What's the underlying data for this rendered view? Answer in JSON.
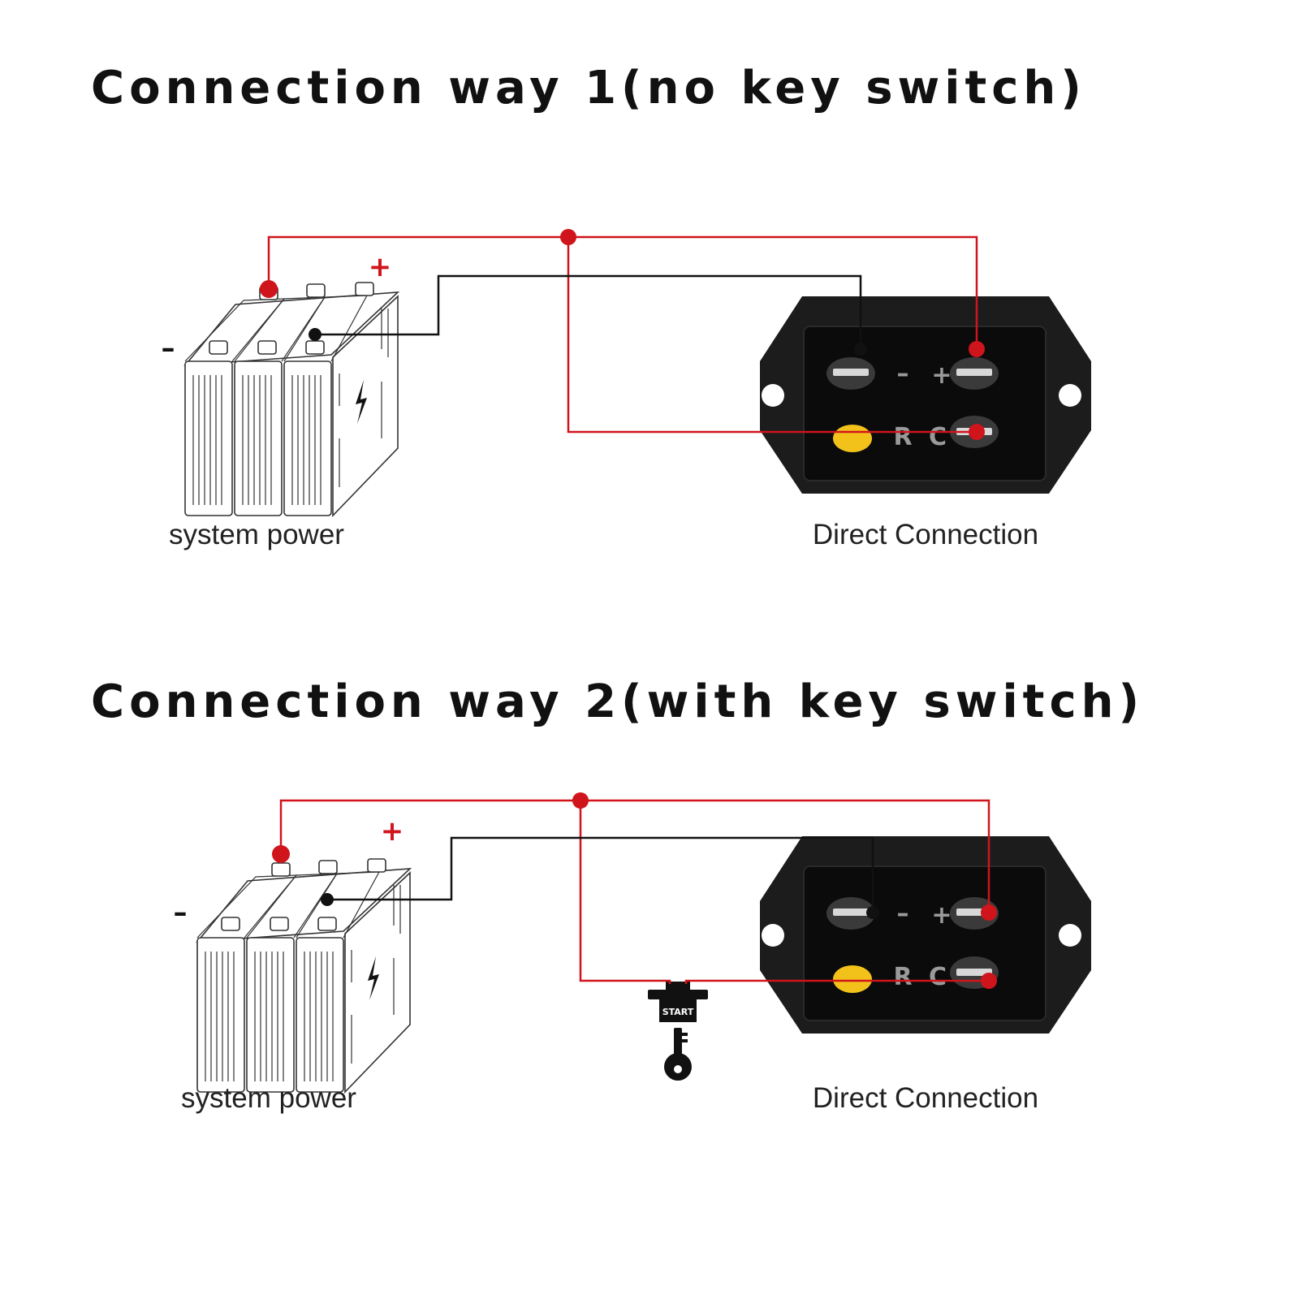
{
  "sections": [
    {
      "title": "Connection way 1(no key switch)",
      "battery_label": "system power",
      "battery_positive_symbol": "+",
      "battery_negative_symbol": "–",
      "device_label": "Direct Connection",
      "terminal_minus": "–",
      "terminal_plus": "+",
      "terminal_r": "R",
      "terminal_c": "C",
      "has_key_switch": false
    },
    {
      "title": "Connection way 2(with key switch)",
      "battery_label": "system power",
      "battery_positive_symbol": "+",
      "battery_negative_symbol": "–",
      "device_label": "Direct Connection",
      "terminal_minus": "–",
      "terminal_plus": "+",
      "terminal_r": "R",
      "terminal_c": "C",
      "has_key_switch": true,
      "key_switch_label": "START"
    }
  ],
  "colors": {
    "positive_wire": "#d0141b",
    "negative_wire": "#111111",
    "indicator_led": "#f2c21b",
    "device_body": "#1c1c1c"
  },
  "icons": [
    "battery-pack-icon",
    "charge-bolt-icon",
    "terminal-block-icon",
    "key-switch-icon",
    "key-icon"
  ]
}
